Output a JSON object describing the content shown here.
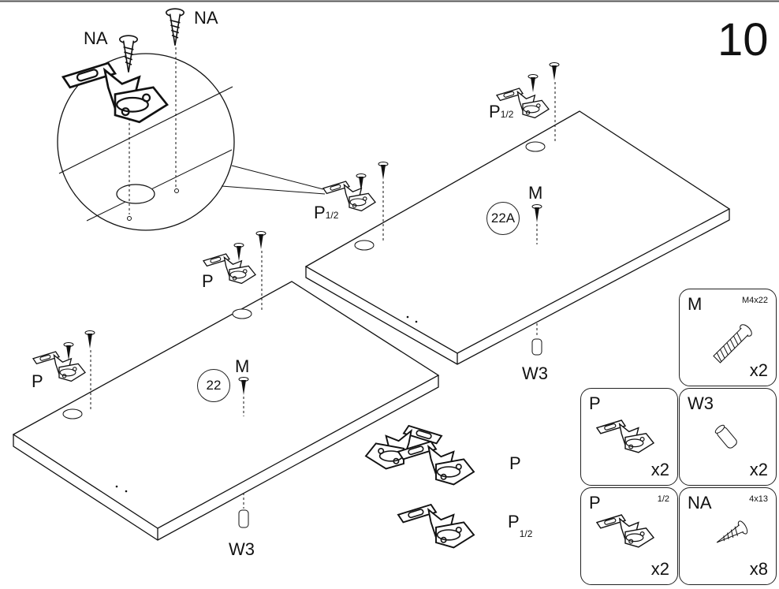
{
  "step_number": "10",
  "callouts": {
    "na_left": "NA",
    "na_right": "NA",
    "p_half_top": "P",
    "p_half_top_sub": "1/2",
    "p_half_mid": "P",
    "p_half_mid_sub": "1/2",
    "p_mid": "P",
    "p_left": "P",
    "m_top": "M",
    "m_bottom": "M",
    "w3_top": "W3",
    "w3_bottom": "W3",
    "hinge_p": "P",
    "hinge_p_half": "P",
    "hinge_p_half_sub": "1/2"
  },
  "panels": {
    "top": "22A",
    "bottom": "22"
  },
  "parts": [
    {
      "code": "M",
      "spec": "M4x22",
      "qty": "x2"
    },
    {
      "code": "P",
      "spec": "",
      "qty": "x2"
    },
    {
      "code": "W3",
      "spec": "",
      "qty": "x2"
    },
    {
      "code": "P",
      "spec": "1/2",
      "qty": "x2"
    },
    {
      "code": "NA",
      "spec": "4x13",
      "qty": "x8"
    }
  ]
}
